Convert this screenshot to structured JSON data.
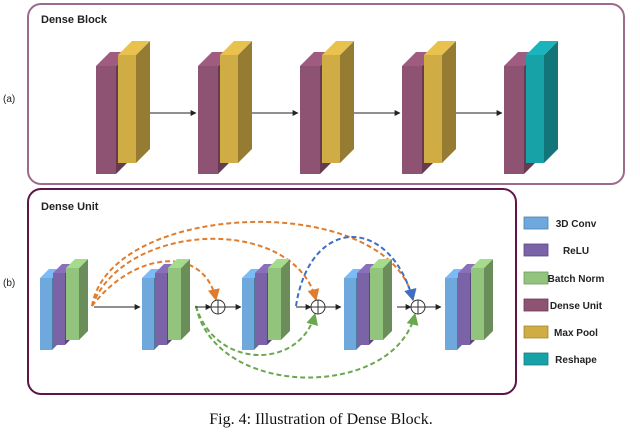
{
  "panel_a": {
    "title": "Dense Block",
    "label": "(a)"
  },
  "panel_b": {
    "title": "Dense Unit",
    "label": "(b)"
  },
  "legend": [
    {
      "label": "3D Conv",
      "color": "#6fa8dc"
    },
    {
      "label": "ReLU",
      "color": "#7b63a8"
    },
    {
      "label": "Batch Norm",
      "color": "#93c47d"
    },
    {
      "label": "Dense Unit",
      "color": "#8e5272"
    },
    {
      "label": "Max Pool",
      "color": "#d0ac45"
    },
    {
      "label": "Reshape",
      "color": "#17a2a8"
    }
  ],
  "colors": {
    "frame_a": "#9c6b8c",
    "frame_b": "#5e1447",
    "skip_orange": "#e07c2c",
    "skip_blue": "#3d6fc4",
    "skip_green": "#6aa84f"
  },
  "caption": "Fig. 4: Illustration of Dense Block."
}
